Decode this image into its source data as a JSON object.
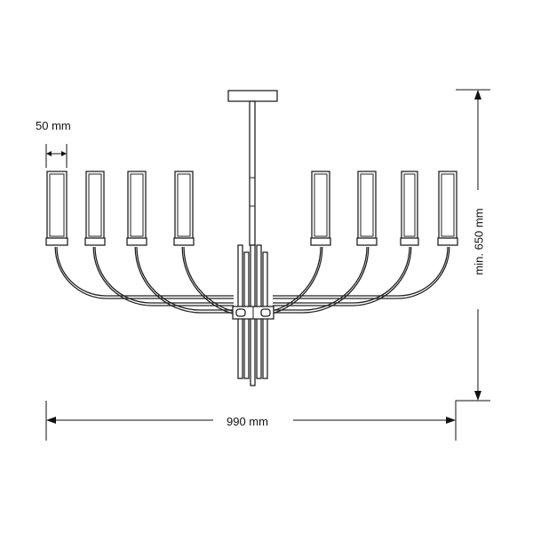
{
  "dimensions": {
    "width_label": "990 mm",
    "height_label": "min. 650 mm",
    "tube_width_label": "50 mm"
  },
  "colors": {
    "line": "#222222",
    "background": "#ffffff"
  }
}
